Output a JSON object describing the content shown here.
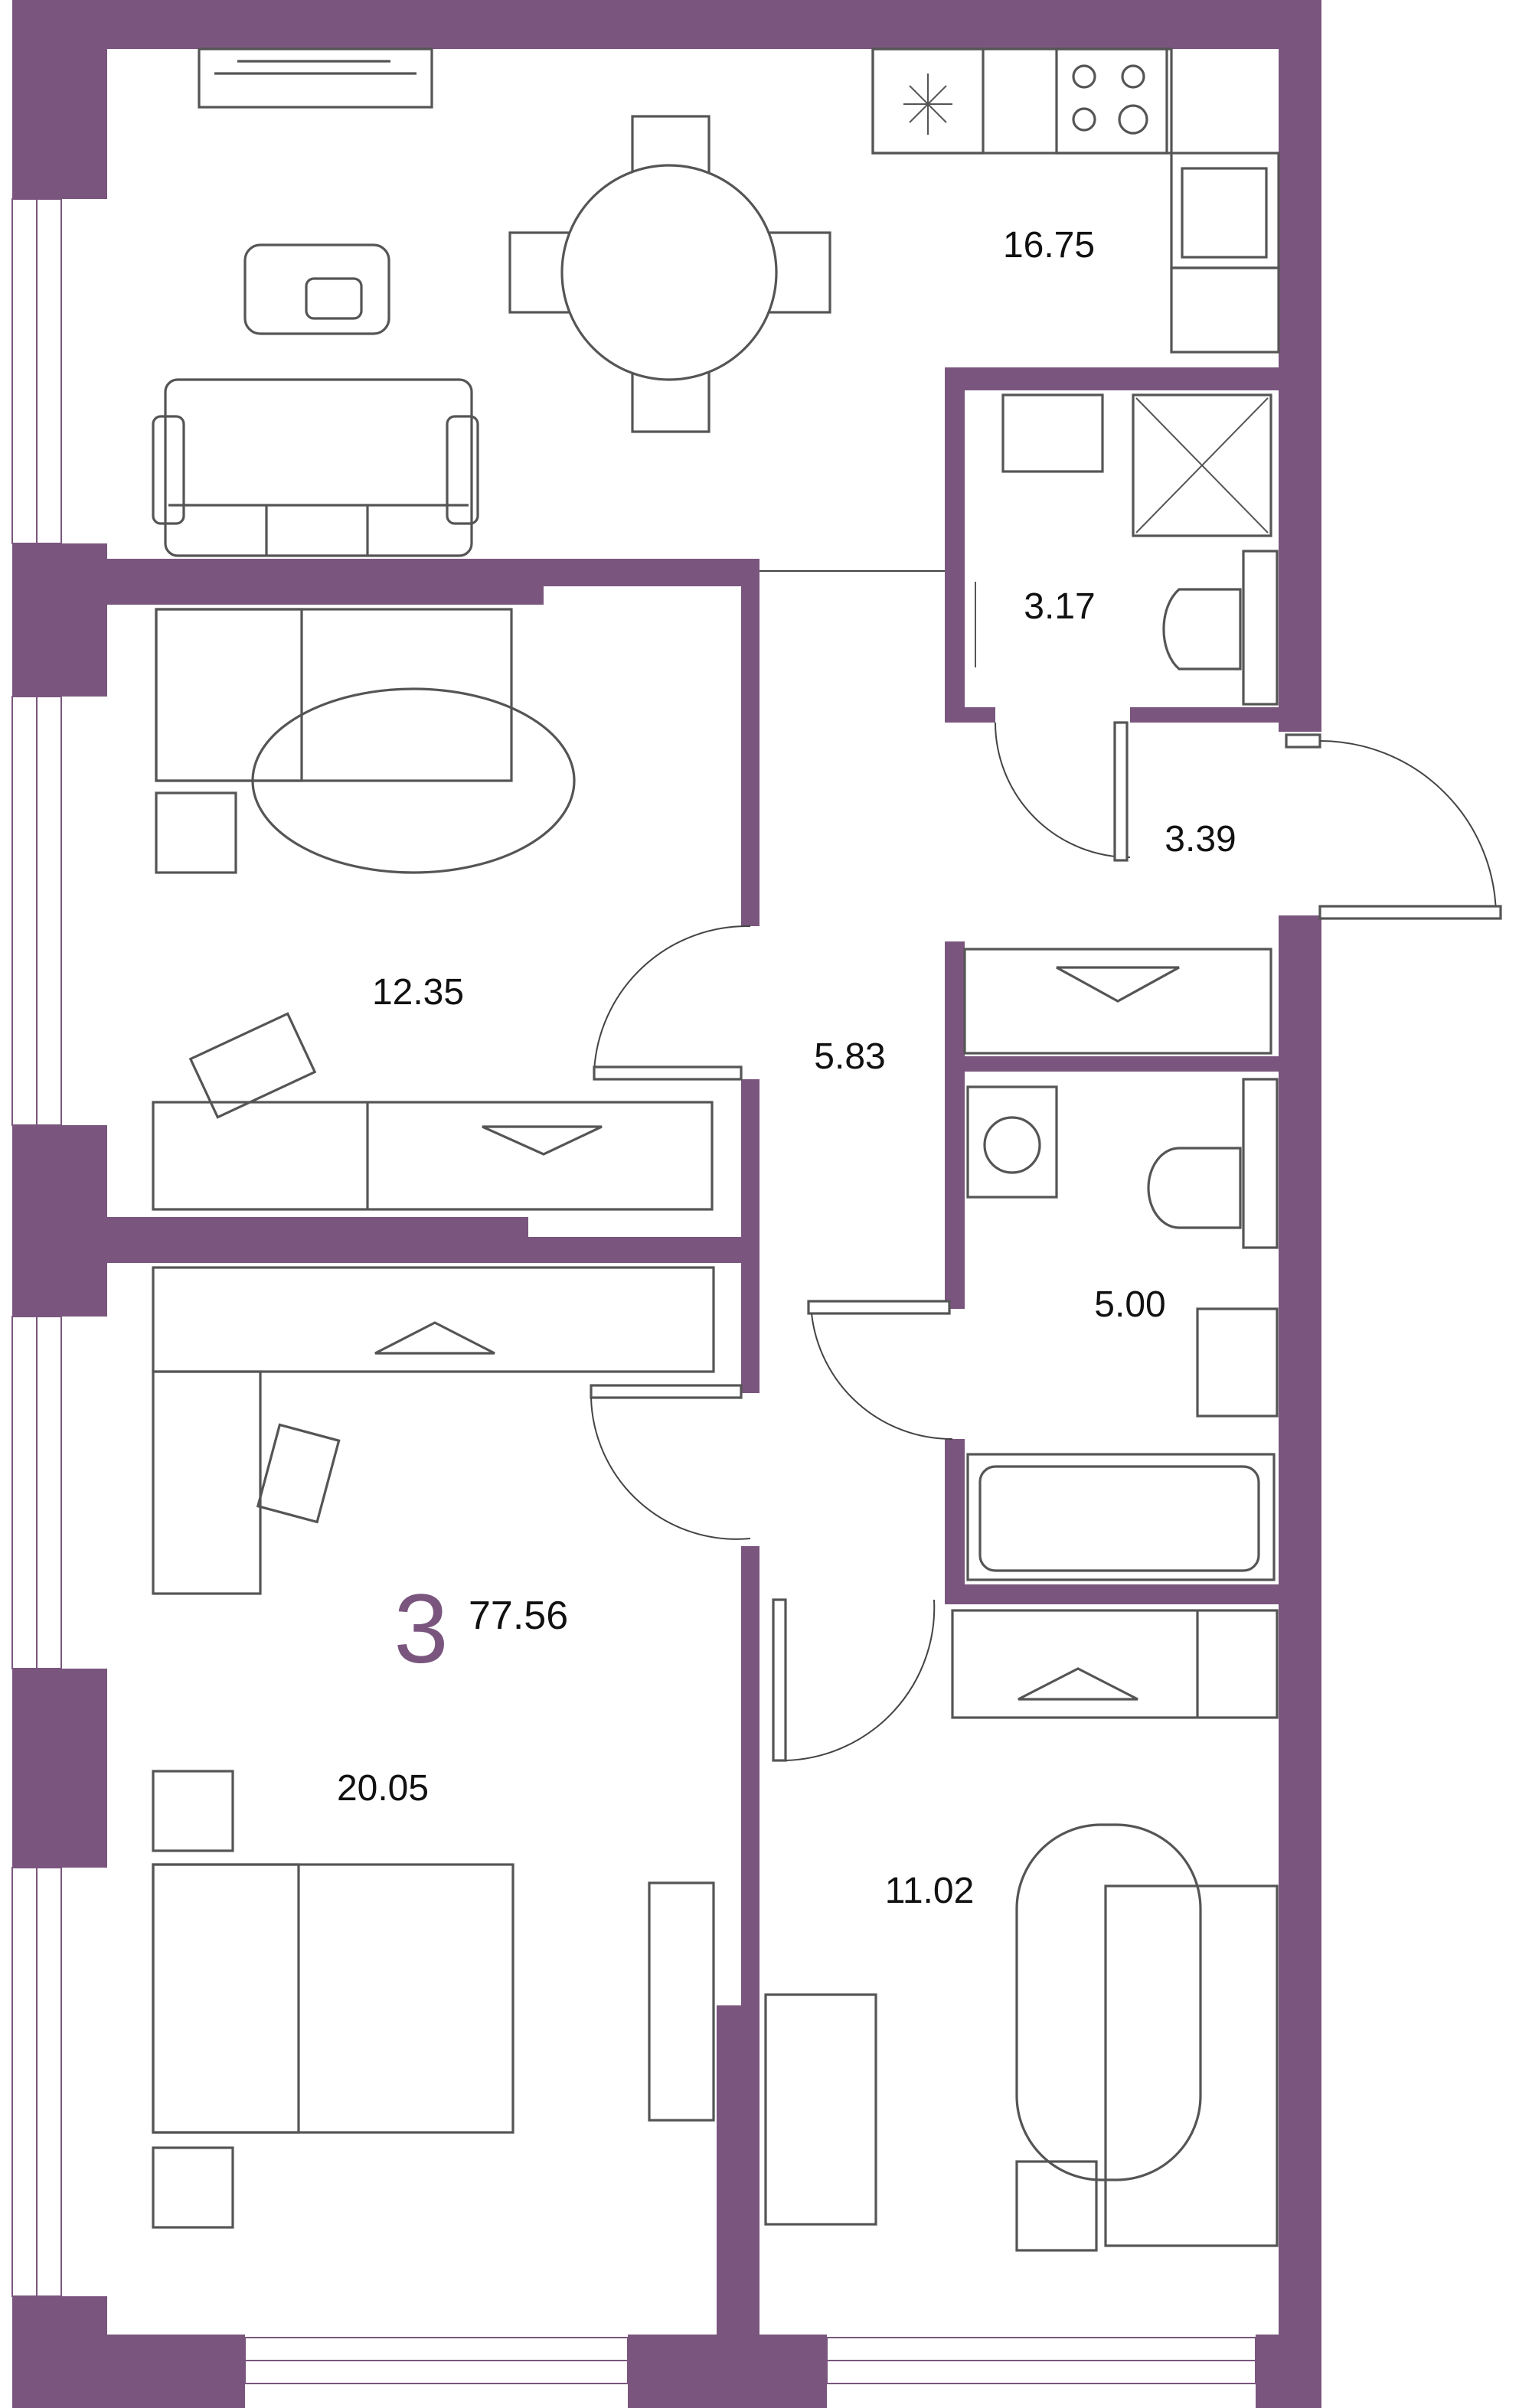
{
  "plan": {
    "room_count": "3",
    "total_area": "77.56",
    "rooms": [
      {
        "name": "kitchen-living",
        "area": "16.75"
      },
      {
        "name": "bathroom-shower",
        "area": "3.17"
      },
      {
        "name": "hallway-entrance",
        "area": "3.39"
      },
      {
        "name": "bedroom-small",
        "area": "12.35"
      },
      {
        "name": "corridor",
        "area": "5.83"
      },
      {
        "name": "bathroom-tub",
        "area": "5.00"
      },
      {
        "name": "bedroom-master",
        "area": "20.05"
      },
      {
        "name": "bedroom-right",
        "area": "11.02"
      }
    ]
  },
  "colors": {
    "wall": "#7a567e",
    "furniture": "#555555",
    "text": "#111111"
  }
}
